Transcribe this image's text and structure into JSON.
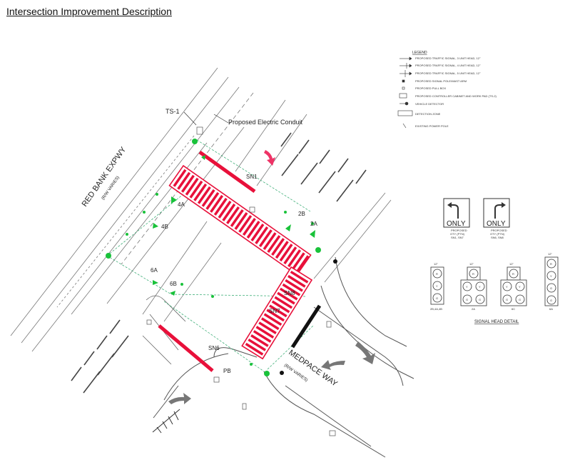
{
  "title": "Intersection Improvement Description",
  "streets": {
    "red_bank": "RED BANK EXPWY",
    "red_bank_row": "(R/W VARIES)",
    "medpace": "MEDPACE WAY",
    "medpace_row": "(R/W VARIES)"
  },
  "annotations": {
    "ts1": "TS-1",
    "conduit": "Proposed Electric Conduit",
    "sn1": "SN1",
    "sn6": "SN6",
    "sn7": "SN7",
    "sn8": "SN8",
    "heads": [
      "2A",
      "2B",
      "4A",
      "4B",
      "6A",
      "6B"
    ],
    "pb": "PB"
  },
  "legend": {
    "title": "LEGEND",
    "items": [
      "PROPOSED TRAFFIC SIGNAL, 3 UNIT HEAD, 12\"",
      "PROPOSED TRAFFIC SIGNAL, 4 UNIT HEAD, 12\"",
      "PROPOSED TRAFFIC SIGNAL, 5 UNIT HEAD, 12\"",
      "PROPOSED SIGNAL POLE/MAST ARM",
      "PROPOSED PULL BOX",
      "PROPOSED CONTROLLER CABINET AND WORK PAD (TS-2)",
      "VEHICLE DETECTOR",
      "DETECTION ZONE",
      "EXISTING POWER POLE"
    ]
  },
  "signs": [
    {
      "text": "ONLY",
      "caption": [
        "PROPOSED",
        "OTY (PTN)",
        "SN1, SN7"
      ]
    },
    {
      "text": "ONLY",
      "caption": [
        "PROPOSED",
        "OTY (PTN)",
        "SN6, SN8"
      ]
    }
  ],
  "signal_heads": {
    "title": "SIGNAL HEAD DETAIL",
    "items": [
      {
        "size": "12\"",
        "lenses": [
          "R",
          "Y",
          "G"
        ],
        "caption": "2B,4A,4B"
      },
      {
        "size": "12\"",
        "lenses": [
          "R",
          "Y",
          "Y",
          "G",
          "G"
        ],
        "caption": "2A"
      },
      {
        "size": "12\"",
        "lenses": [
          "R",
          "Y",
          "Y",
          "G",
          "G"
        ],
        "caption": "6C"
      },
      {
        "size": "12\"",
        "lenses": [
          "R",
          "Y",
          "G",
          "G"
        ],
        "caption": "6A"
      }
    ]
  },
  "colors": {
    "crosswalk": "#e8103a",
    "stop_bar": "#e8103a",
    "signal": "#19c23a",
    "linework": "#6a6a6a",
    "detection": "#2aa66a"
  }
}
